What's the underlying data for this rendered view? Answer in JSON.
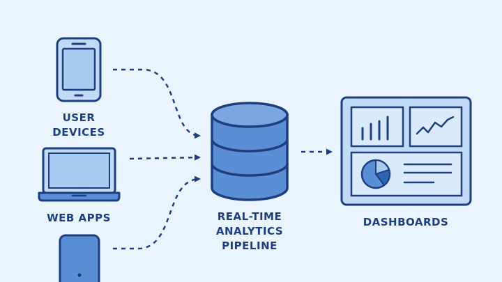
{
  "diagram": {
    "title": "",
    "colors": {
      "background": "#e9f4fd",
      "stroke": "#1d3f7e",
      "fill_light": "#c2daf6",
      "fill_mid": "#5a8fd6"
    },
    "sources": [
      {
        "id": "user-devices",
        "icon": "smartphone-icon",
        "label_lines": [
          "USER",
          "DEVICES"
        ]
      },
      {
        "id": "web-apps",
        "icon": "laptop-icon",
        "label_lines": [
          "WEB APPS"
        ]
      },
      {
        "id": "tablet",
        "icon": "tablet-icon",
        "label_lines": []
      }
    ],
    "hub": {
      "id": "pipeline",
      "icon": "database-icon",
      "label_lines": [
        "REAL-TIME",
        "ANALYTICS",
        "PIPELINE"
      ]
    },
    "target": {
      "id": "dashboards",
      "icon": "dashboard-icon",
      "label_lines": [
        "DASHBOARDS"
      ]
    },
    "connections": [
      {
        "from": "user-devices",
        "to": "pipeline",
        "style": "dashed-arrow"
      },
      {
        "from": "web-apps",
        "to": "pipeline",
        "style": "dashed-arrow"
      },
      {
        "from": "tablet",
        "to": "pipeline",
        "style": "dashed-arrow"
      },
      {
        "from": "pipeline",
        "to": "dashboards",
        "style": "dashed-arrow"
      }
    ]
  }
}
